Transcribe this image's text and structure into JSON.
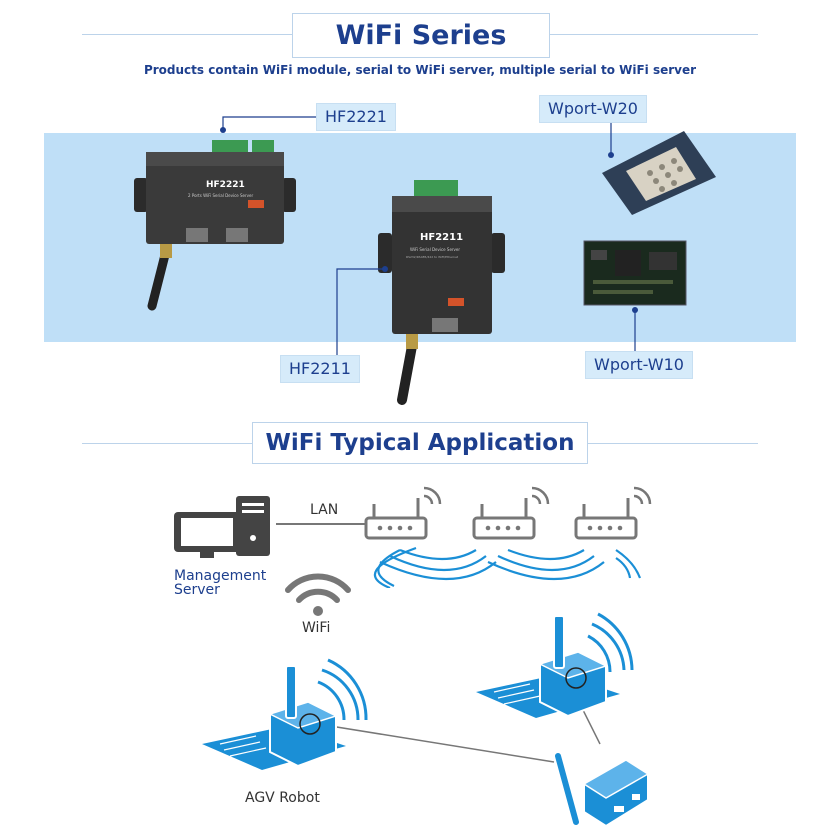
{
  "header": {
    "title": "WiFi Series",
    "subtitle": "Products contain WiFi module, serial to WiFi server, multiple serial to WiFi server"
  },
  "products": {
    "hf2221_tag": "HF2221",
    "hf2211_tag": "HF2211",
    "wport_w20_tag": "Wport-W20",
    "wport_w10_tag": "Wport-W10",
    "hf2221_label": "HF2221",
    "hf2221_sub": "2 Ports WiFi Serial Device Server",
    "hf2211_label": "HF2211",
    "hf2211_sub": "WiFi Serial Device Server",
    "hf2211_small": "RS232/RS485/422 to WiFi/Ethernet"
  },
  "application": {
    "title": "WiFi Typical Application",
    "lan_label": "LAN",
    "server_label_line1": "Management",
    "server_label_line2": "Server",
    "wifi_label": "WiFi",
    "agv_label": "AGV Robot"
  },
  "colors": {
    "accent": "#1d3f8e",
    "band": "#bfdff7",
    "agv_blue": "#1b8fd6",
    "device_gray": "#6e6e6e"
  }
}
